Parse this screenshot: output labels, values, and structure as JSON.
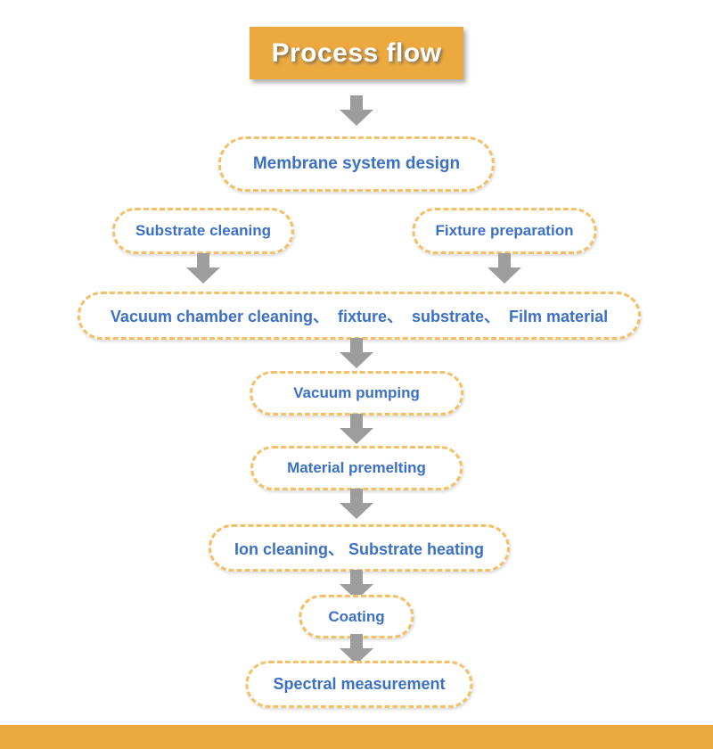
{
  "title": {
    "label": "Process flow"
  },
  "colors": {
    "orange": "#ECA93F",
    "dash": "#F5BF66",
    "blue": "#3B70C6",
    "gray": "#9D9D9D"
  },
  "nodes": [
    {
      "id": "membrane-system-design",
      "label": "Membrane system design"
    },
    {
      "id": "substrate-cleaning",
      "label": "Substrate cleaning"
    },
    {
      "id": "fixture-preparation",
      "label": "Fixture preparation"
    },
    {
      "id": "chamber-preparation",
      "label": "Vacuum chamber cleaning、  fixture、  substrate、  Film material"
    },
    {
      "id": "vacuum-pumping",
      "label": "Vacuum pumping"
    },
    {
      "id": "material-premelting",
      "label": "Material premelting"
    },
    {
      "id": "ion-cleaning-substrate-heating",
      "label": "Ion cleaning、 Substrate heating"
    },
    {
      "id": "coating",
      "label": "Coating"
    },
    {
      "id": "spectral-measurement",
      "label": "Spectral measurement"
    }
  ]
}
